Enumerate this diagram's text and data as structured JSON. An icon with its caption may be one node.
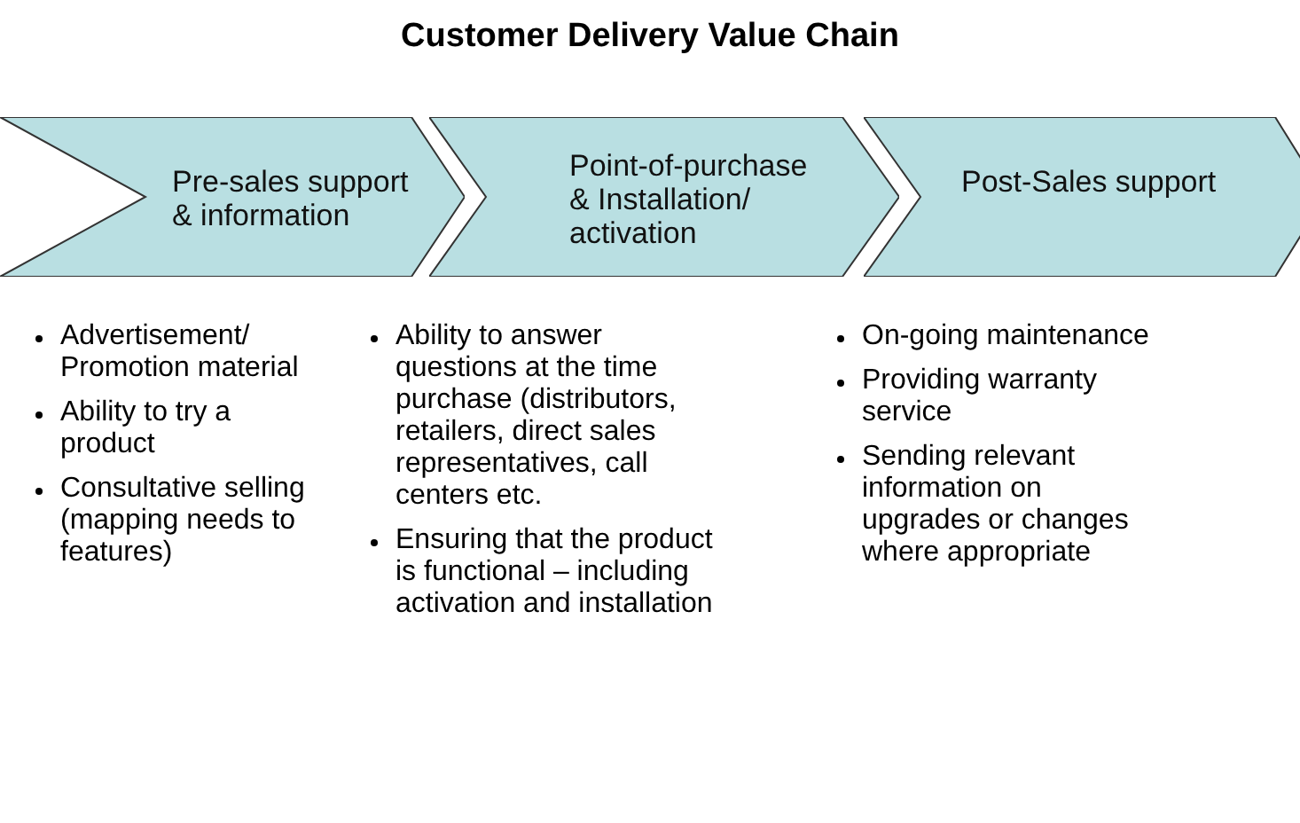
{
  "diagram": {
    "title": "Customer Delivery Value Chain",
    "nodes": [
      {
        "text": [
          "Pre-sales support & information"
        ]
      },
      {
        "text": [
          "Point-of-purchase & Installation/ activation"
        ]
      },
      {
        "text": [
          "Post-Sales support"
        ]
      }
    ],
    "edges": [],
    "labels": [
      "Advertisement/ Promotion material",
      "Ability to answer questions at the time purchase (distributors, retailers, direct sales representatives, call centers etc.",
      "On-going maintenance",
      "Ability to try a product",
      "Providing warranty service",
      "Consultative selling (mapping needs to features)",
      "Sending relevant information on upgrades or changes where appropriate",
      "Ensuring that the product is functional – including activation and installation"
    ]
  }
}
